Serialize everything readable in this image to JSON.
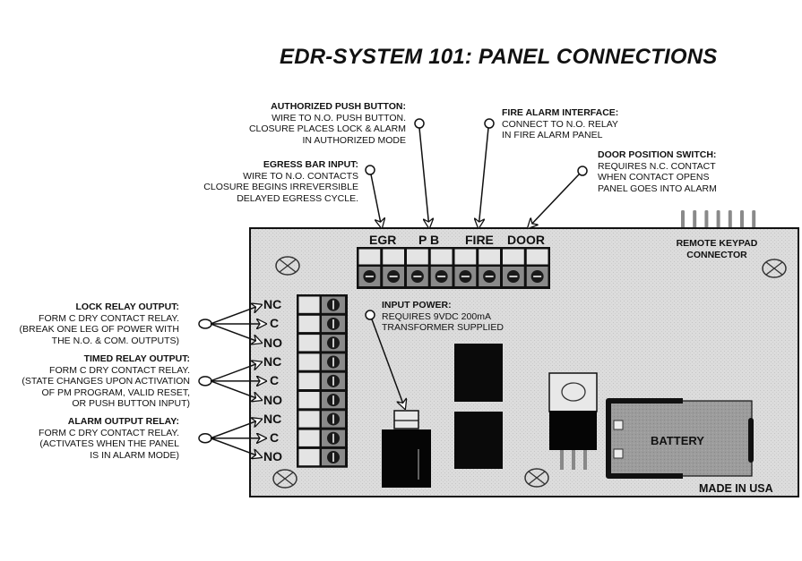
{
  "title": "EDR-SYSTEM 101: PANEL CONNECTIONS",
  "callouts": {
    "authorized_push_button": {
      "heading": "AUTHORIZED PUSH BUTTON:",
      "lines": [
        "WIRE TO N.O. PUSH BUTTON.",
        "CLOSURE PLACES LOCK & ALARM",
        "IN AUTHORIZED MODE"
      ]
    },
    "egress_bar_input": {
      "heading": "EGRESS BAR INPUT:",
      "lines": [
        "WIRE TO N.O. CONTACTS",
        "CLOSURE BEGINS IRREVERSIBLE",
        "DELAYED EGRESS CYCLE."
      ]
    },
    "fire_alarm_interface": {
      "heading": "FIRE ALARM INTERFACE:",
      "lines": [
        "CONNECT TO N.O. RELAY",
        "IN FIRE ALARM PANEL"
      ]
    },
    "door_position_switch": {
      "heading": "DOOR POSITION SWITCH:",
      "lines": [
        "REQUIRES N.C. CONTACT",
        "WHEN CONTACT OPENS",
        "PANEL GOES INTO ALARM"
      ]
    },
    "lock_relay_output": {
      "heading": "LOCK RELAY OUTPUT:",
      "lines": [
        "FORM C DRY CONTACT RELAY.",
        "(BREAK ONE LEG OF POWER WITH",
        "THE N.O. & COM. OUTPUTS)"
      ]
    },
    "timed_relay_output": {
      "heading": "TIMED RELAY OUTPUT:",
      "lines": [
        "FORM C DRY CONTACT RELAY.",
        "(STATE CHANGES UPON ACTIVATION",
        "OF PM PROGRAM, VALID RESET,",
        "OR PUSH BUTTON INPUT)"
      ]
    },
    "alarm_output_relay": {
      "heading": "ALARM OUTPUT RELAY:",
      "lines": [
        "FORM C DRY CONTACT RELAY.",
        "(ACTIVATES WHEN THE PANEL",
        "IS IN ALARM MODE)"
      ]
    },
    "input_power": {
      "heading": "INPUT POWER:",
      "lines": [
        "REQUIRES 9VDC 200mA",
        "TRANSFORMER SUPPLIED"
      ]
    }
  },
  "top_terminal_labels": [
    "EGR",
    "P B",
    "FIRE",
    "DOOR"
  ],
  "top_terminal_count": 8,
  "relay_terminal_labels": [
    "NC",
    "C",
    "NO",
    "NC",
    "C",
    "NO",
    "NC",
    "C",
    "NO"
  ],
  "board_labels": {
    "remote_keypad": [
      "REMOTE KEYPAD",
      "CONNECTOR"
    ],
    "battery": "BATTERY",
    "made_in": "MADE IN USA"
  },
  "keypad_pin_count": 7,
  "colors": {
    "board": "#dcdcdc",
    "terminal_screw_bg": "#8a8a8a",
    "battery": "#9c9c9c",
    "ink": "#111111"
  }
}
